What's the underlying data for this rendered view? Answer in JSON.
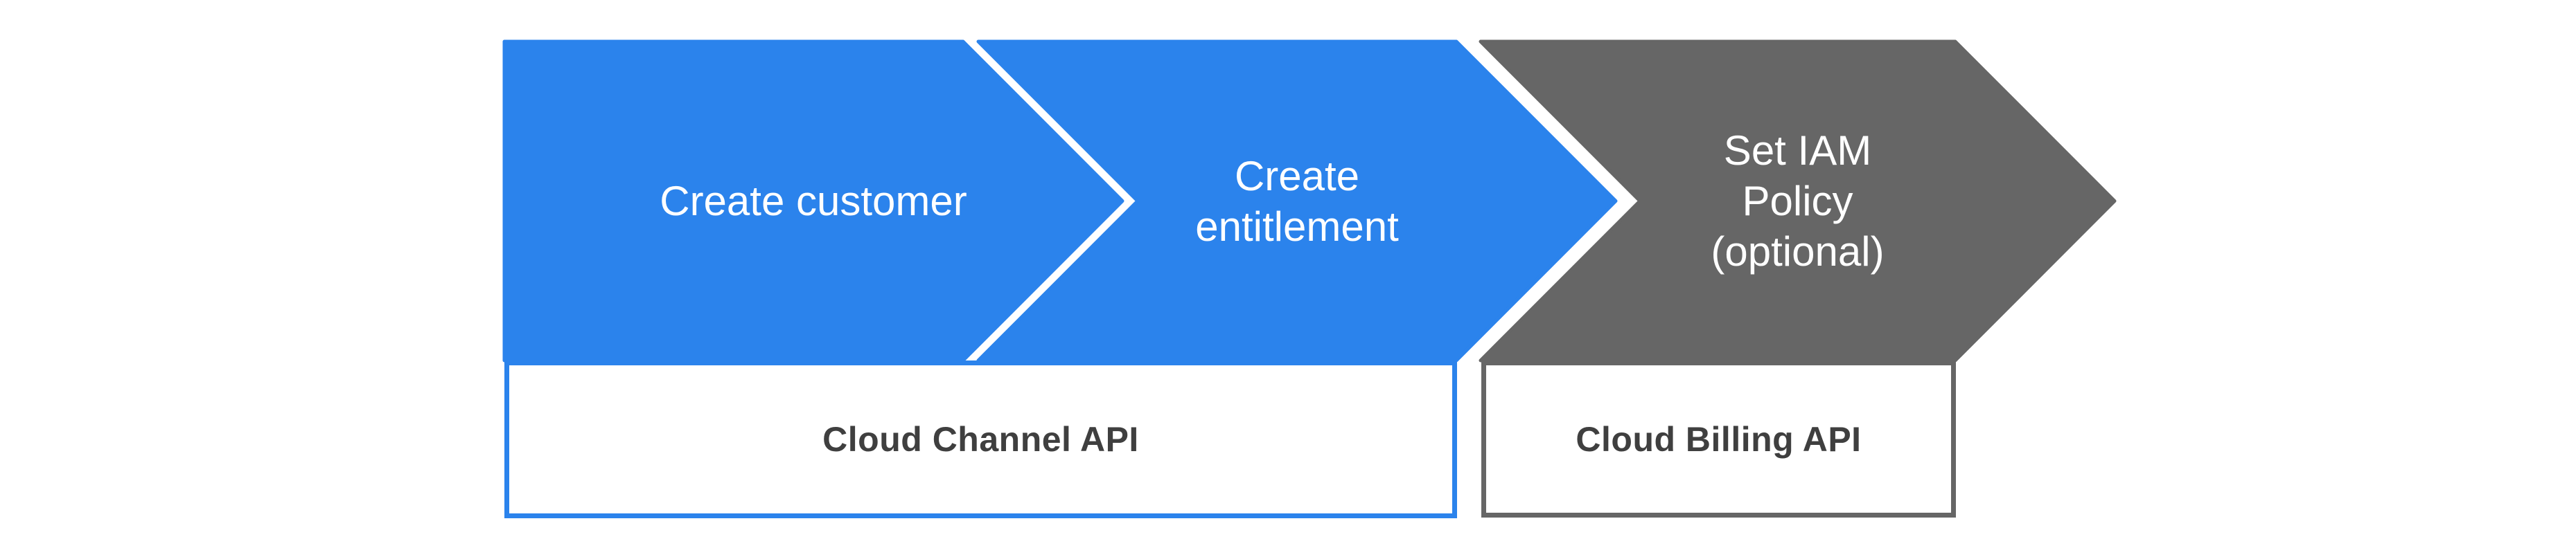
{
  "colors": {
    "blue": "#2B83EC",
    "gray": "#666666",
    "chevron_text": "#FFFFFF",
    "api_label_text": "#3F3F3F",
    "background": "#FFFFFF"
  },
  "steps": [
    {
      "id": "create-customer",
      "lines": [
        "Create customer"
      ],
      "fill": "#2B83EC"
    },
    {
      "id": "create-entitlement",
      "lines": [
        "Create",
        "entitlement"
      ],
      "fill": "#2B83EC"
    },
    {
      "id": "set-iam-policy",
      "lines": [
        "Set IAM",
        "Policy",
        "(optional)"
      ],
      "fill": "#666666"
    }
  ],
  "api_boxes": [
    {
      "id": "cloud-channel-api",
      "label": "Cloud Channel API",
      "border": "#2B83EC"
    },
    {
      "id": "cloud-billing-api",
      "label": "Cloud Billing API",
      "border": "#666666"
    }
  ]
}
